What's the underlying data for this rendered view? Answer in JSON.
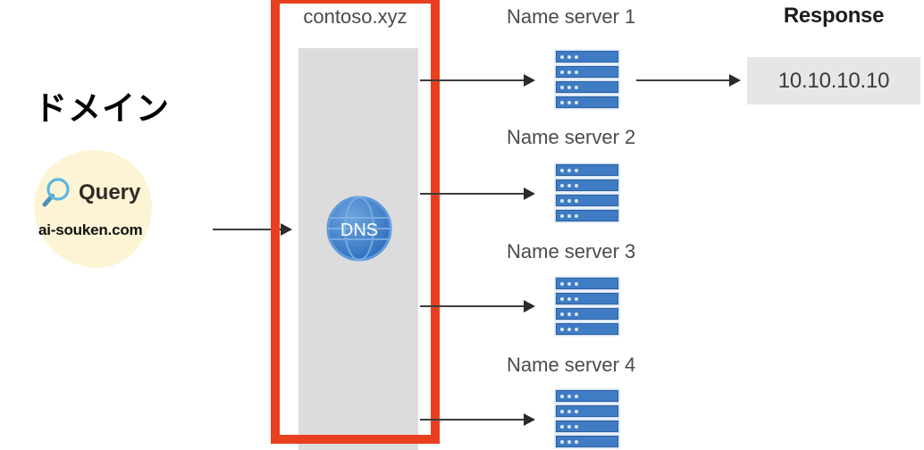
{
  "diagram": {
    "title_ja": "ドメイン",
    "query": {
      "label": "Query",
      "domain": "ai-souken.com",
      "icon": "magnifier-icon",
      "blob_color": "#fcf4d4",
      "magnifier_color": "#4aa8d8"
    },
    "zone": {
      "name": "contoso.xyz",
      "highlight_color": "#e8401f",
      "column_color": "#dcdcdc",
      "dns_icon_label": "DNS",
      "dns_icon_color": "#3f7cc4"
    },
    "name_servers": [
      {
        "label": "Name server 1",
        "icon": "server-rack-icon"
      },
      {
        "label": "Name server 2",
        "icon": "server-rack-icon"
      },
      {
        "label": "Name server 3",
        "icon": "server-rack-icon"
      },
      {
        "label": "Name server 4",
        "icon": "server-rack-icon"
      }
    ],
    "response": {
      "title": "Response",
      "value": "10.10.10.10",
      "box_color": "#e6e6e6"
    },
    "arrows": {
      "query_to_dns": "arrow-right",
      "dns_to_ns1": "arrow-right",
      "dns_to_ns2": "arrow-right",
      "dns_to_ns3": "arrow-right",
      "dns_to_ns4": "arrow-right",
      "ns1_to_response": "arrow-right"
    }
  }
}
